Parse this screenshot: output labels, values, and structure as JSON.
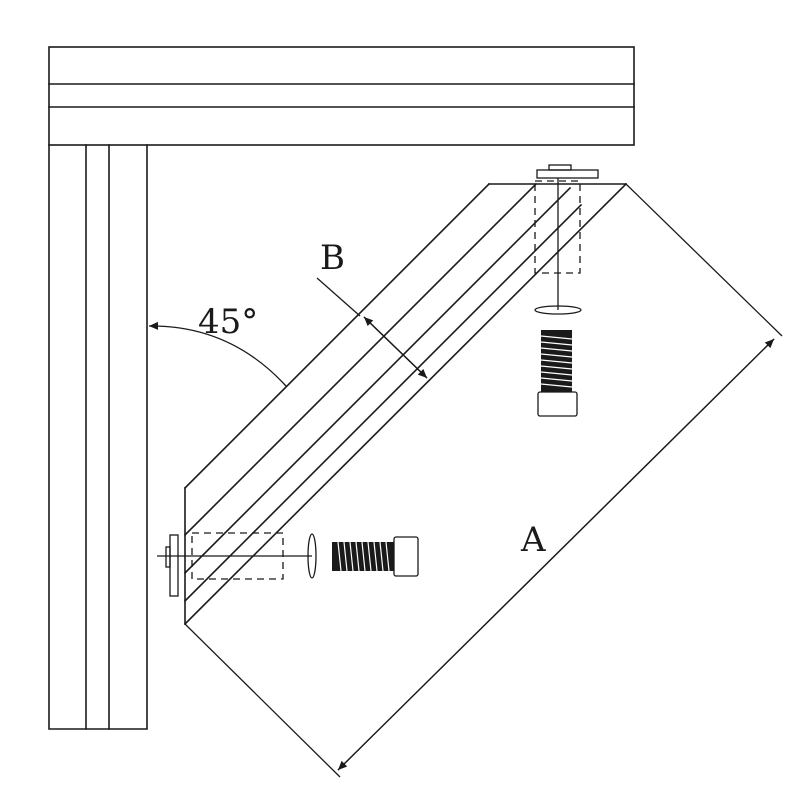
{
  "labels": {
    "angle": "45°",
    "dimension_a": "A",
    "dimension_b": "B"
  },
  "colors": {
    "line": "#1a1a1a",
    "background": "#ffffff"
  }
}
